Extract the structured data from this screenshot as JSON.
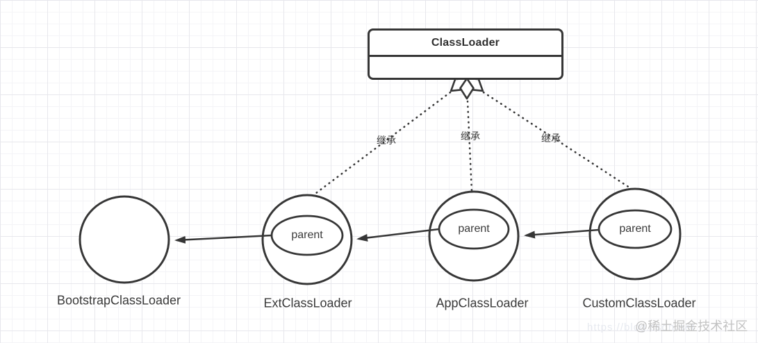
{
  "diagram": {
    "type": "uml-class-inheritance",
    "class_box": {
      "title": "ClassLoader"
    },
    "edges": {
      "inherit_labels": [
        "继承",
        "继承",
        "继承"
      ],
      "relation_note": "dotted lines = inheritance to ClassLoader; solid arrows = parent reference chain"
    },
    "nodes": [
      {
        "label": "BootstrapClassLoader",
        "parent_label": ""
      },
      {
        "label": "ExtClassLoader",
        "parent_label": "parent"
      },
      {
        "label": "AppClassLoader",
        "parent_label": "parent"
      },
      {
        "label": "CustomClassLoader",
        "parent_label": "parent"
      }
    ],
    "watermark": {
      "text": "@稀土掘金技术社区",
      "url_text": "https://blog.csdn.net"
    },
    "colors": {
      "stroke": "#363636",
      "text": "#3a3a3a",
      "watermark": "#c2c2c2",
      "grid_minor": "#f4f4f7",
      "grid_major": "#e7e7ec"
    }
  }
}
